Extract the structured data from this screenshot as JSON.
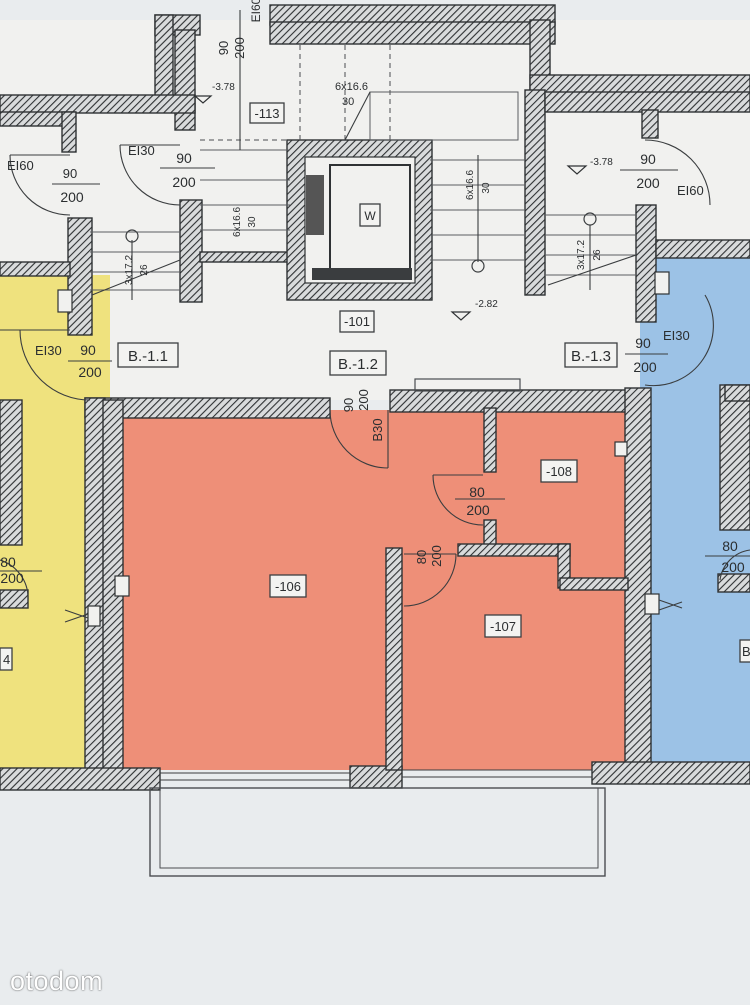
{
  "colors": {
    "background": "#e9ecee",
    "corridor": "#f1f1ef",
    "unit_left": "#efe27e",
    "unit_main": "#ee8f78",
    "unit_right": "#9cc2e6",
    "wall": "#3a3d3f"
  },
  "units": {
    "left": "B.-1.1",
    "main": "B.-1.2",
    "right": "B.-1.3"
  },
  "rooms": {
    "stairwell": "-113",
    "corridor": "-101",
    "living": "-106",
    "bathroom": "-107",
    "storage": "-108"
  },
  "lift_label": "W",
  "doors": {
    "top_left": {
      "rating": "EI60",
      "width": "90",
      "height": "200"
    },
    "left_inner": {
      "rating": "EI30",
      "width": "90",
      "height": "200"
    },
    "right_inner": {
      "rating": "EI60",
      "width": "90",
      "height": "200"
    },
    "unit_left": {
      "rating": "EI30",
      "width": "90",
      "height": "200"
    },
    "unit_right": {
      "rating": "EI30",
      "width": "90",
      "height": "200"
    },
    "stair_top": {
      "width": "90",
      "height": "200"
    },
    "main_entry": {
      "width": "90",
      "height": "200",
      "rating": "B30"
    },
    "storage": {
      "width": "80",
      "height": "200"
    },
    "bathroom": {
      "width": "80",
      "height": "200"
    },
    "left_room": {
      "width": "80",
      "height": "200"
    },
    "right_room": {
      "width": "80",
      "height": "200"
    }
  },
  "levels": {
    "left": "-3.78",
    "right": "-3.78",
    "corridor": "-2.82"
  },
  "stair_marks": {
    "main": "6x16.6",
    "main_sub": "30",
    "vertical": "6x16.6",
    "vertical_sub": "30",
    "left_flight": "6x16.6",
    "left_flight_sub": "30",
    "left_small": "3x17.2",
    "left_small_sub": "26",
    "right_small": "3x17.2",
    "right_small_sub": "26"
  },
  "edge_marks": {
    "left": "4",
    "right": "B"
  },
  "watermark": "otodom"
}
